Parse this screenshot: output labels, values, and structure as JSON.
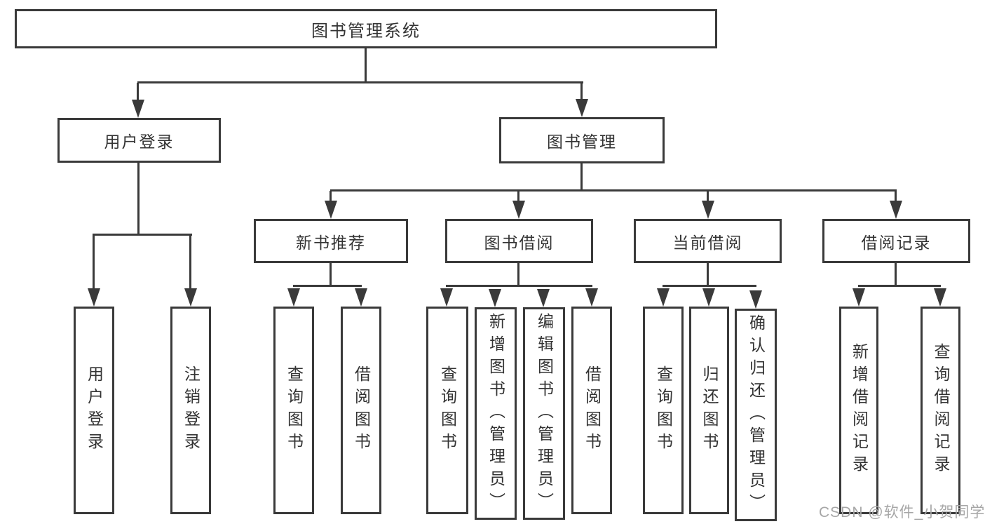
{
  "diagram": {
    "watermark": "CSDN @软件_小贺同学",
    "colors": {
      "line": "#3a3a3a",
      "text": "#333333",
      "background": "#ffffff",
      "watermark": "#a6a6a6"
    },
    "tree": {
      "root": "图书管理系统",
      "branches": [
        {
          "label": "用户登录",
          "children": [
            "用户登录",
            "注销登录"
          ]
        },
        {
          "label": "图书管理",
          "groups": [
            {
              "label": "新书推荐",
              "children": [
                "查询图书",
                "借阅图书"
              ]
            },
            {
              "label": "图书借阅",
              "children": [
                "查询图书",
                "新增图书（管理员）",
                "编辑图书（管理员）",
                "借阅图书"
              ]
            },
            {
              "label": "当前借阅",
              "children": [
                "查询图书",
                "归还图书",
                "确认归还（管理员）"
              ]
            },
            {
              "label": "借阅记录",
              "children": [
                "新增借阅记录",
                "查询借阅记录"
              ]
            }
          ]
        }
      ]
    }
  }
}
